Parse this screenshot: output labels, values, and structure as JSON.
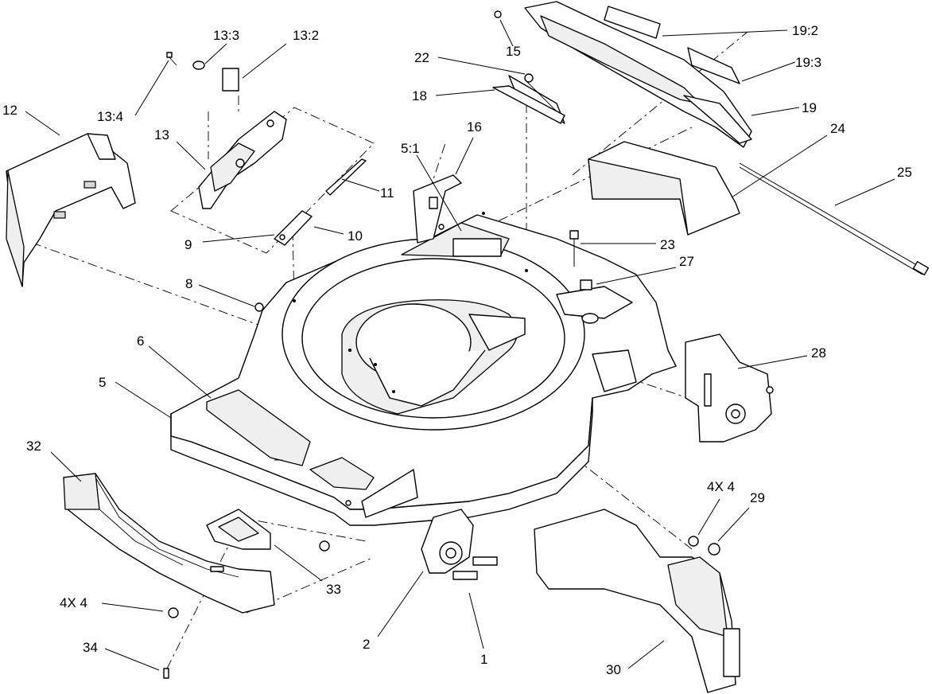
{
  "callouts": [
    {
      "id": "c-12",
      "text": "12"
    },
    {
      "id": "c-13-4",
      "text": "13:4"
    },
    {
      "id": "c-13-3",
      "text": "13:3"
    },
    {
      "id": "c-13-2",
      "text": "13:2"
    },
    {
      "id": "c-13",
      "text": "13"
    },
    {
      "id": "c-11",
      "text": "11"
    },
    {
      "id": "c-9",
      "text": "9"
    },
    {
      "id": "c-10",
      "text": "10"
    },
    {
      "id": "c-8",
      "text": "8"
    },
    {
      "id": "c-6",
      "text": "6"
    },
    {
      "id": "c-5",
      "text": "5"
    },
    {
      "id": "c-5-1",
      "text": "5:1"
    },
    {
      "id": "c-16",
      "text": "16"
    },
    {
      "id": "c-22",
      "text": "22"
    },
    {
      "id": "c-18",
      "text": "18"
    },
    {
      "id": "c-15",
      "text": "15"
    },
    {
      "id": "c-19-2",
      "text": "19:2"
    },
    {
      "id": "c-19-3",
      "text": "19:3"
    },
    {
      "id": "c-19",
      "text": "19"
    },
    {
      "id": "c-24",
      "text": "24"
    },
    {
      "id": "c-25",
      "text": "25"
    },
    {
      "id": "c-23",
      "text": "23"
    },
    {
      "id": "c-27",
      "text": "27"
    },
    {
      "id": "c-28",
      "text": "28"
    },
    {
      "id": "c-32",
      "text": "32"
    },
    {
      "id": "c-33",
      "text": "33"
    },
    {
      "id": "c-4x4-left",
      "text": "4X 4"
    },
    {
      "id": "c-34",
      "text": "34"
    },
    {
      "id": "c-2",
      "text": "2"
    },
    {
      "id": "c-1",
      "text": "1"
    },
    {
      "id": "c-4x4-right",
      "text": "4X 4"
    },
    {
      "id": "c-29",
      "text": "29"
    },
    {
      "id": "c-30",
      "text": "30"
    }
  ]
}
